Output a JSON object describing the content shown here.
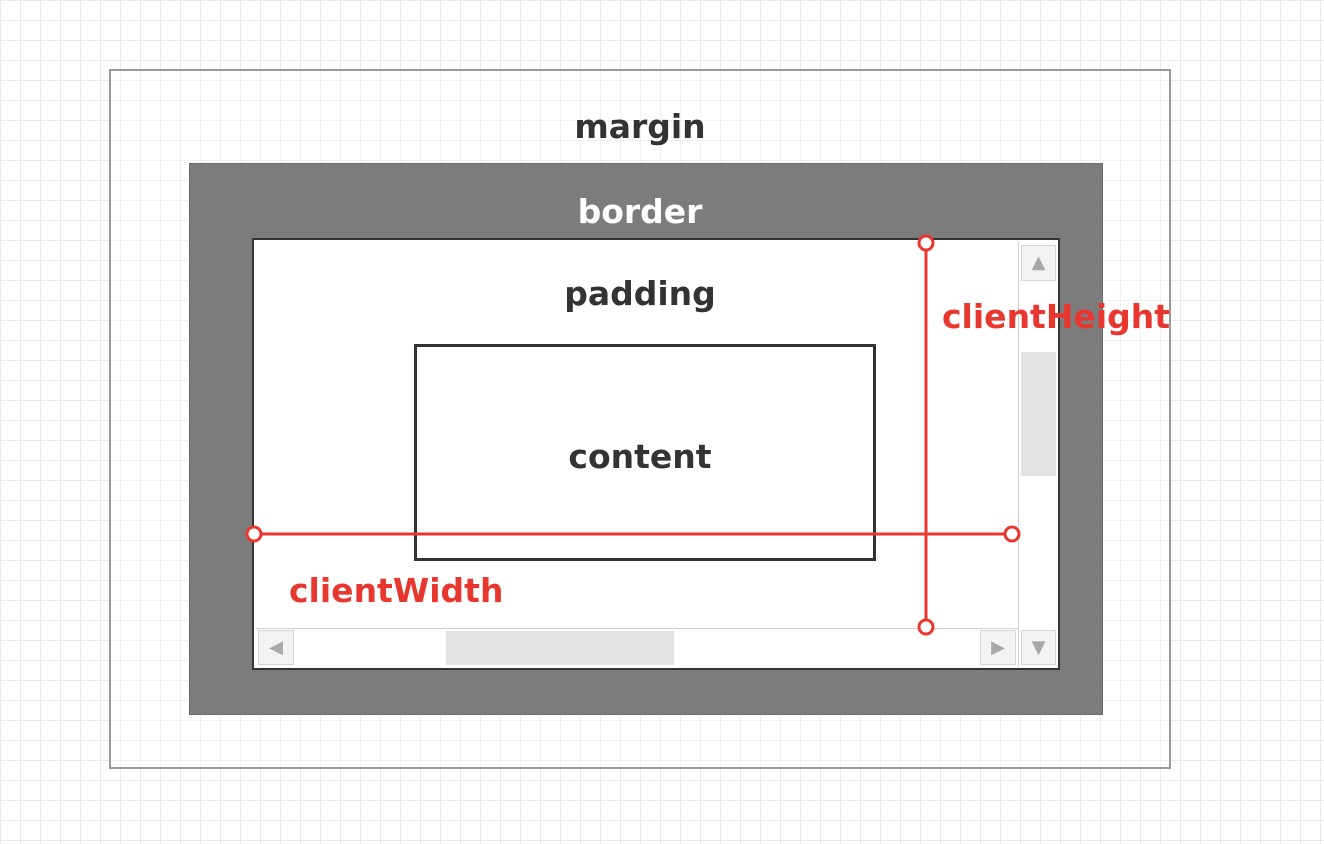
{
  "labels": {
    "margin": "margin",
    "border": "border",
    "padding": "padding",
    "content": "content"
  },
  "measures": {
    "client_width": "clientWidth",
    "client_height": "clientHeight"
  },
  "colors": {
    "measure": "#e8372f",
    "border_fill": "#7c7c7c",
    "box_outline": "#333333",
    "grid": "#e9e9e9"
  },
  "icons": {
    "scroll_up": "arrow-up-icon",
    "scroll_down": "arrow-down-icon",
    "scroll_left": "arrow-left-icon",
    "scroll_right": "arrow-right-icon"
  }
}
